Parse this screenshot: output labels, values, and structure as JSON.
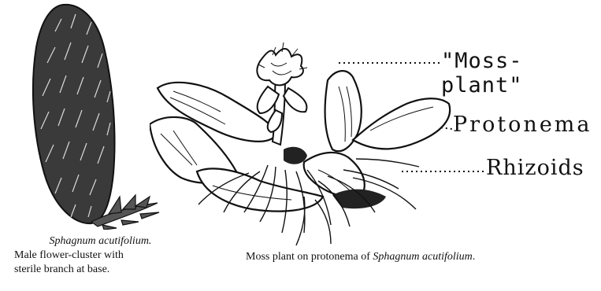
{
  "left_figure": {
    "caption_line1": "Sphagnum acutifolium.",
    "caption_line2": "Male flower-cluster with",
    "caption_line3": "sterile branch at base."
  },
  "main_figure": {
    "caption_prefix": "Moss plant on protonema of ",
    "caption_species": "Sphagnum acutifolium",
    "caption_suffix": ".",
    "labels": {
      "moss_plant": "\"Moss-plant\"",
      "protonema": "Protonema",
      "rhizoids": "Rhizoids"
    }
  }
}
